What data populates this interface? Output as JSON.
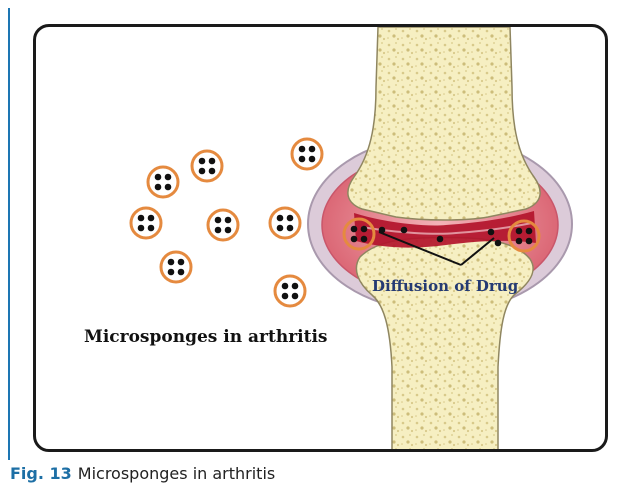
{
  "figure": {
    "diagram_label": "Microsponges in arthritis",
    "diffusion_label": "Diffusion of Drug",
    "colors": {
      "bone": "#f6efc2",
      "bone_pore": "#d8c98a",
      "synovium": "#e27a86",
      "capsule": "#c9b7c9",
      "cartilage_red": "#b2132b",
      "sponge_ring": "#e58a3f",
      "sponge_dot": "#111111"
    }
  },
  "caption": {
    "label": "Fig. 13",
    "text": "Microsponges in arthritis"
  }
}
